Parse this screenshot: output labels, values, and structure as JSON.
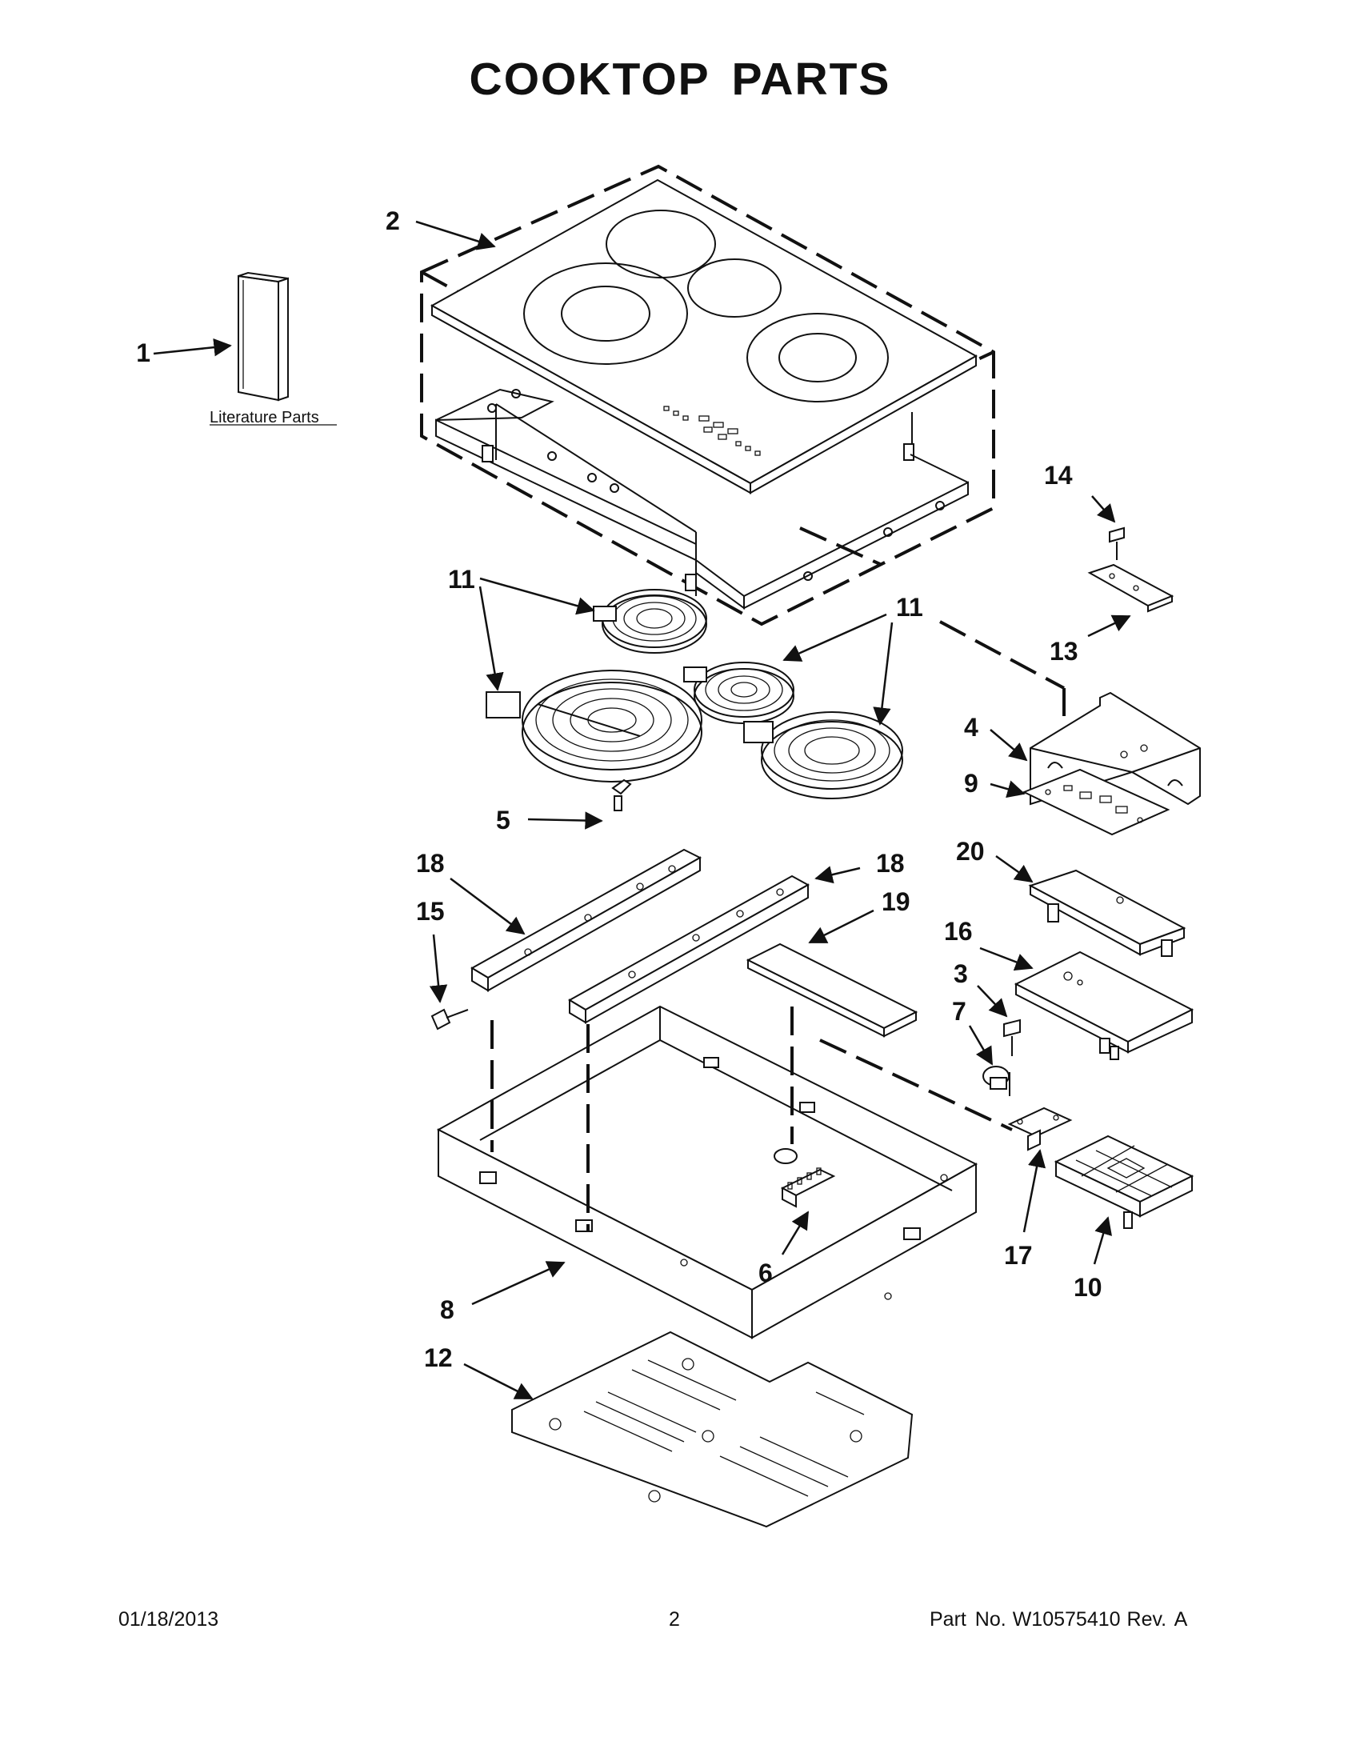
{
  "title": "COOKTOP PARTS",
  "literature_label": "Literature Parts",
  "callouts": {
    "c1": "1",
    "c2": "2",
    "c3": "3",
    "c4": "4",
    "c5": "5",
    "c6": "6",
    "c7": "7",
    "c8": "8",
    "c9": "9",
    "c10": "10",
    "c11a": "11",
    "c11b": "11",
    "c12": "12",
    "c13": "13",
    "c14": "14",
    "c15": "15",
    "c16": "16",
    "c17": "17",
    "c18a": "18",
    "c18b": "18",
    "c19": "19",
    "c20": "20"
  },
  "footer": {
    "date": "01/18/2013",
    "page": "2",
    "part_label": "Part No.",
    "part_number": "W10575410",
    "rev": "Rev.  A"
  }
}
